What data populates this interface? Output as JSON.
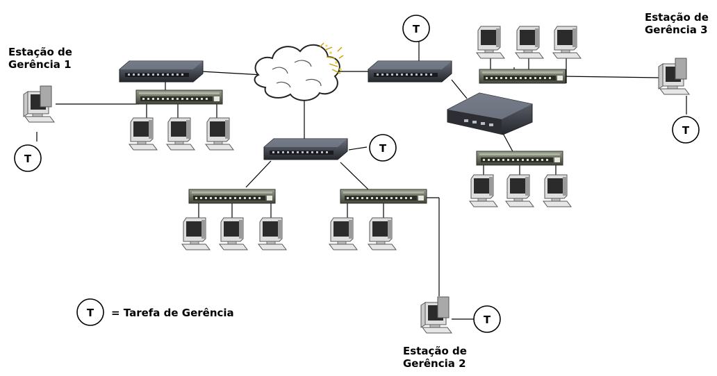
{
  "labels": {
    "station1": [
      "Estação de",
      "Gerência 1"
    ],
    "station2": [
      "Estação de",
      "Gerência 2"
    ],
    "station3": [
      "Estação de",
      "Gerência 3"
    ],
    "task_symbol": "T",
    "legend_text": "= Tarefa de Gerência"
  },
  "colors": {
    "line": "#000000",
    "device_dark": "#3b3e46",
    "hub_body": "#646a5e",
    "monitor_bezel": "#dcdcdc",
    "monitor_screen": "#2a2a2a",
    "cloud_fill": "#ffffff"
  },
  "icons": {
    "router": "router-icon",
    "hub": "hub-icon",
    "workstation": "workstation-icon",
    "cloud": "cloud-icon",
    "task": "task-circle-icon"
  }
}
